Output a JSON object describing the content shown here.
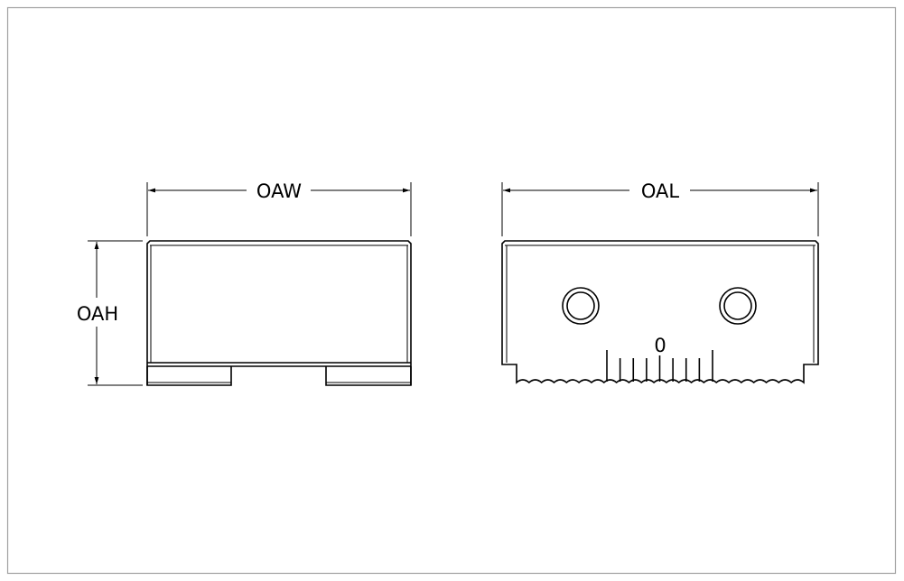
{
  "drawing": {
    "dimensions": {
      "width_label": "OAW",
      "height_label": "OAH",
      "length_label": "OAL"
    },
    "scale_zero_label": "0",
    "scale_tick_count": 9,
    "mounting_hole_count": 2,
    "colors": {
      "line": "#000000",
      "frame": "#a0a0a0",
      "background": "#ffffff"
    }
  }
}
